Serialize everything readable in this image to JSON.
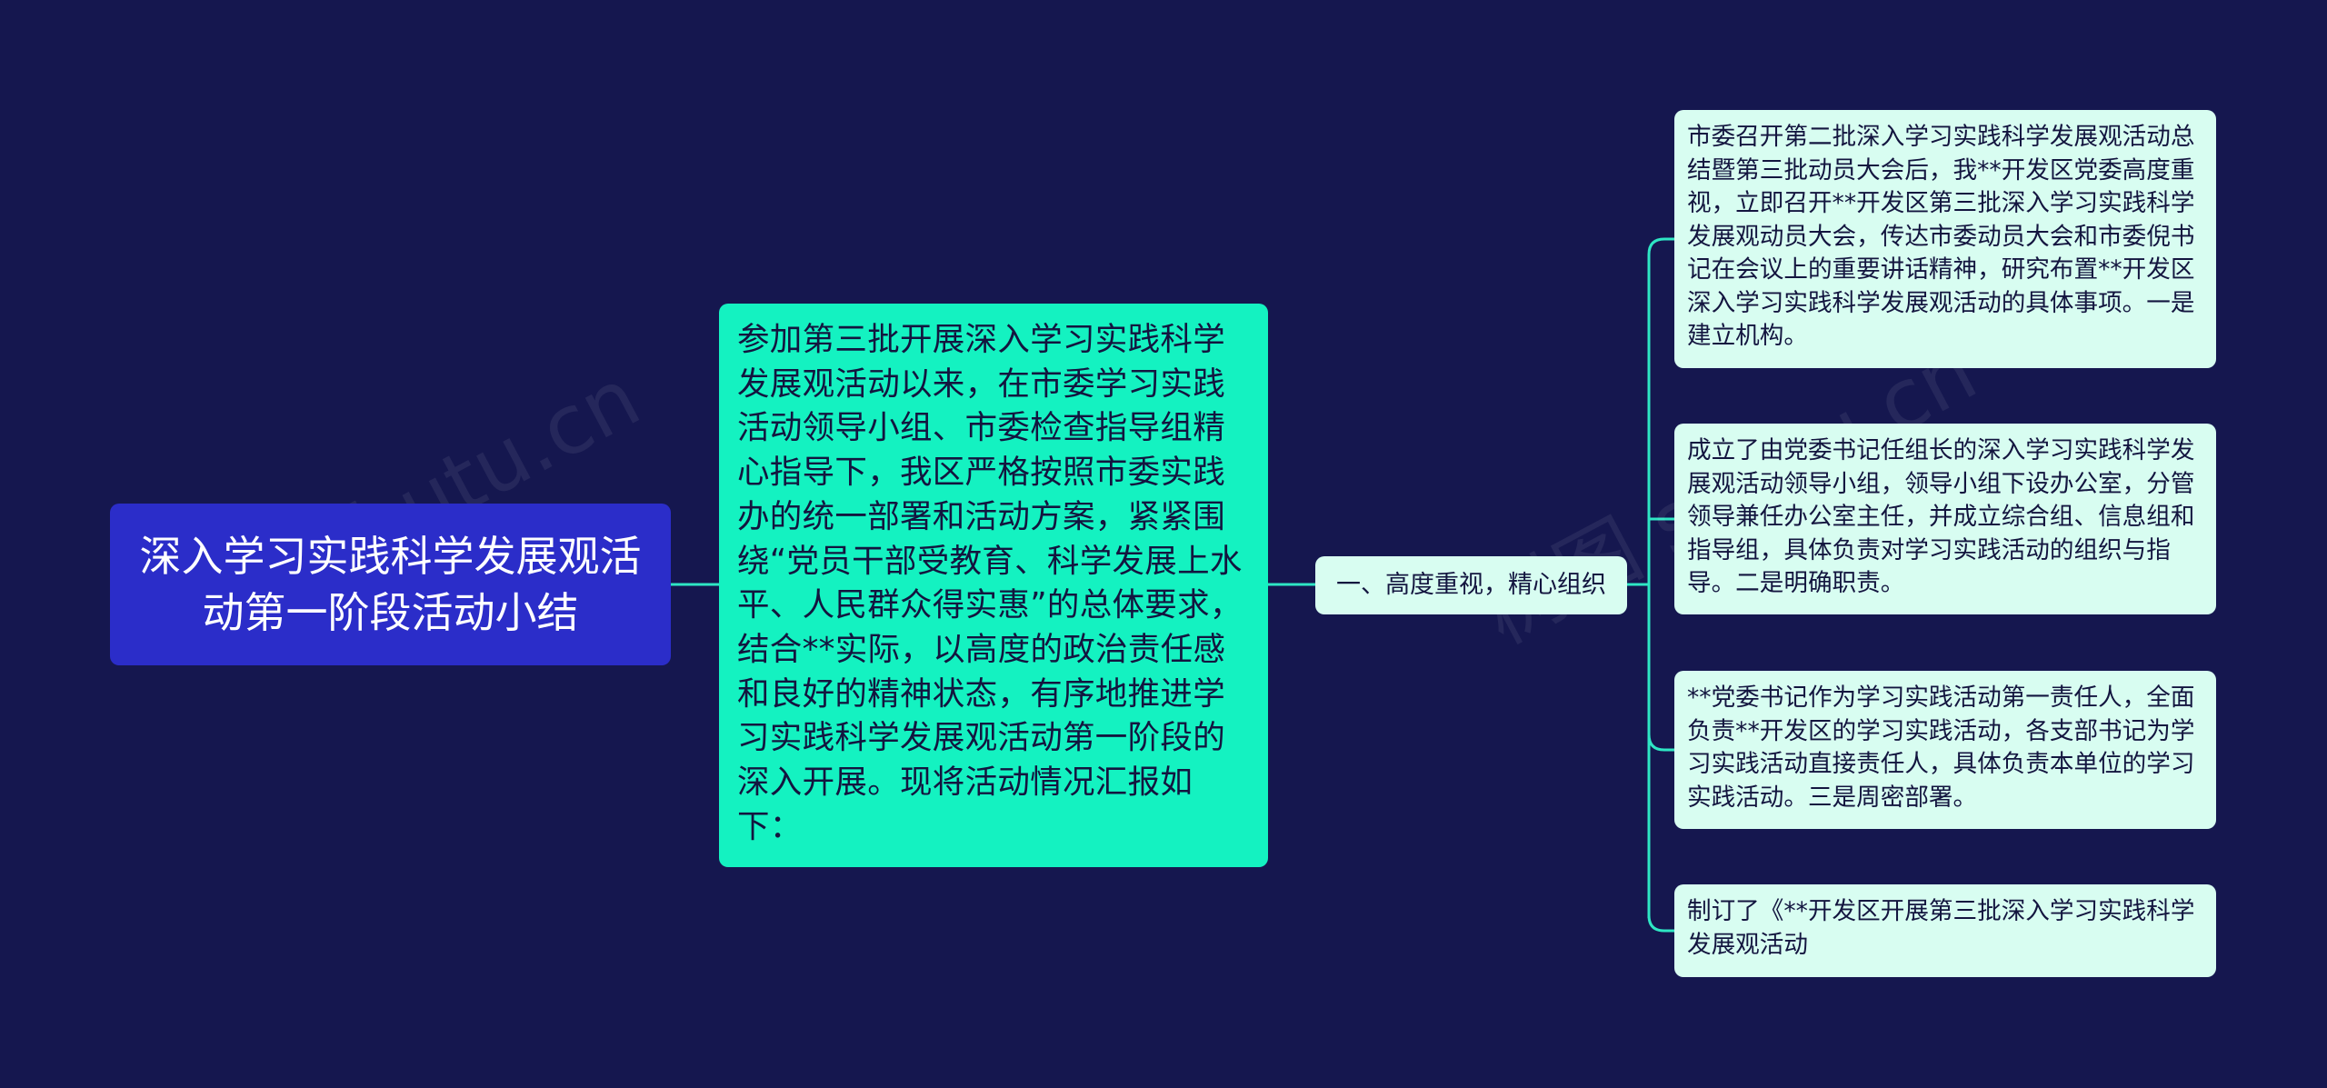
{
  "colors": {
    "background": "#15174f",
    "root": "#2b2dc9",
    "summary": "#14f2c1",
    "branch": "#d8fdf1",
    "leaf": "#d8fdf1",
    "connector": "#2ee6c4"
  },
  "root": {
    "title": "深入学习实践科学发展观活动第一阶段活动小结"
  },
  "summary": {
    "text": "参加第三批开展深入学习实践科学发展观活动以来，在市委学习实践活动领导小组、市委检查指导组精心指导下，我区严格按照市委实践办的统一部署和活动方案，紧紧围绕“党员干部受教育、科学发展上水平、人民群众得实惠”的总体要求，结合**实际，以高度的政治责任感和良好的精神状态，有序地推进学习实践科学发展观活动第一阶段的深入开展。现将活动情况汇报如下："
  },
  "branch": {
    "label": "一、高度重视，精心组织"
  },
  "leaves": [
    {
      "text": "市委召开第二批深入学习实践科学发展观活动总结暨第三批动员大会后，我**开发区党委高度重视，立即召开**开发区第三批深入学习实践科学发展观动员大会，传达市委动员大会和市委倪书记在会议上的重要讲话精神，研究布置**开发区深入学习实践科学发展观活动的具体事项。一是建立机构。"
    },
    {
      "text": "成立了由党委书记任组长的深入学习实践科学发展观活动领导小组，领导小组下设办公室，分管领导兼任办公室主任，并成立综合组、信息组和指导组，具体负责对学习实践活动的组织与指导。二是明确职责。"
    },
    {
      "text": "**党委书记作为学习实践活动第一责任人，全面负责**开发区的学习实践活动，各支部书记为学习实践活动直接责任人，具体负责本单位的学习实践活动。三是周密部署。"
    },
    {
      "text": "制订了《**开发区开展第三批深入学习实践科学发展观活动"
    }
  ],
  "watermark": {
    "left": "shutu.cn",
    "right": "树图 shutu.cn"
  }
}
